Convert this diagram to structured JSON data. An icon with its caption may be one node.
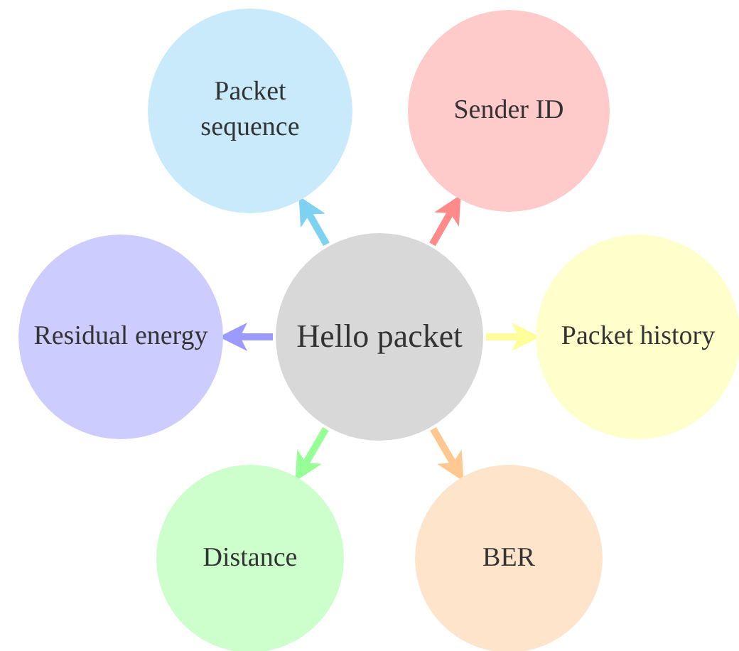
{
  "diagram": {
    "nodes": [
      {
        "text": [
          "Hello packet"
        ]
      },
      {
        "text": [
          "Packet sequence"
        ]
      },
      {
        "text": [
          "Sender ID"
        ]
      },
      {
        "text": [
          "Packet history"
        ]
      },
      {
        "text": [
          "Residual energy"
        ]
      },
      {
        "text": [
          "Distance"
        ]
      },
      {
        "text": [
          "BER"
        ]
      }
    ],
    "edges": [
      {
        "from": 0,
        "to": 1,
        "arrow": "to",
        "color": "#7fd1f2"
      },
      {
        "from": 0,
        "to": 2,
        "arrow": "to",
        "color": "#ff8a8a"
      },
      {
        "from": 0,
        "to": 3,
        "arrow": "to",
        "color": "#ffff9a"
      },
      {
        "from": 0,
        "to": 4,
        "arrow": "to",
        "color": "#9a9aff"
      },
      {
        "from": 0,
        "to": 5,
        "arrow": "to",
        "color": "#96ff96"
      },
      {
        "from": 0,
        "to": 6,
        "arrow": "to",
        "color": "#ffc890"
      }
    ]
  }
}
